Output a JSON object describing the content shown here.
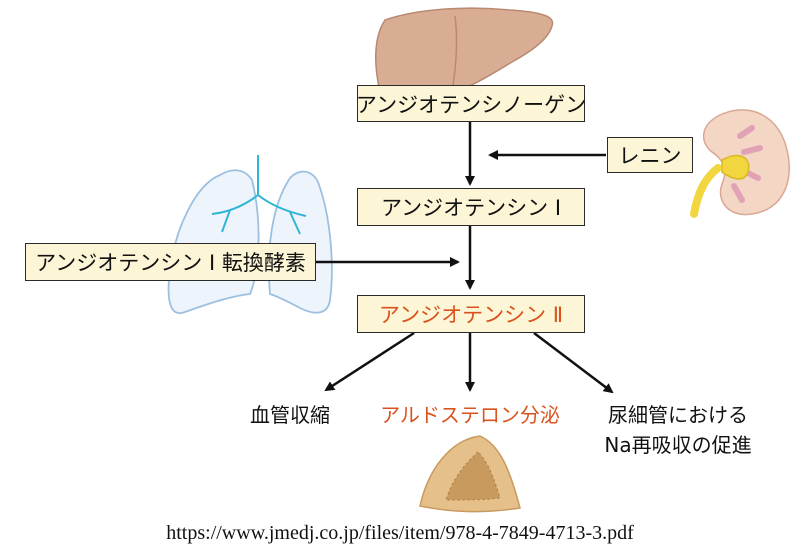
{
  "boxes": {
    "angiotensinogen": "アンジオテンシノーゲン",
    "renin": "レニン",
    "angiotensin1": "アンジオテンシン Ⅰ",
    "ace": "アンジオテンシン Ⅰ 転換酵素",
    "angiotensin2": "アンジオテンシン Ⅱ"
  },
  "effects": {
    "vasoconstriction": "血管収縮",
    "aldosterone": "アルドステロン分泌",
    "tubule_line1": "尿細管における",
    "tubule_line2": "Na再吸収の促進"
  },
  "source_url": "https://www.jmedj.co.jp/files/item/978-4-7849-4713-3.pdf",
  "colors": {
    "box_fill": "#fdf6d6",
    "accent": "#d9531e",
    "liver": "#d9ad93",
    "kidney": "#f3d6c4",
    "lung": "#c8dcef",
    "adrenal": "#e6c08a"
  }
}
